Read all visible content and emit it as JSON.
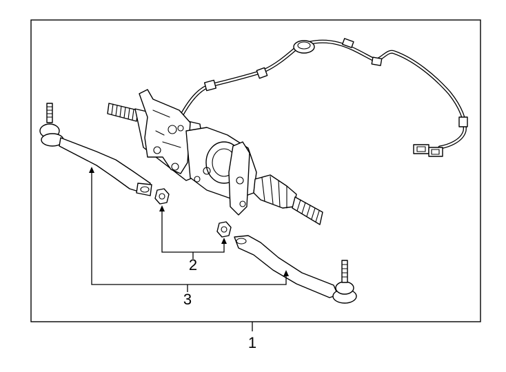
{
  "diagram": {
    "callouts": {
      "assembly": "1",
      "nut": "2",
      "tie_rod_end": "3"
    }
  }
}
